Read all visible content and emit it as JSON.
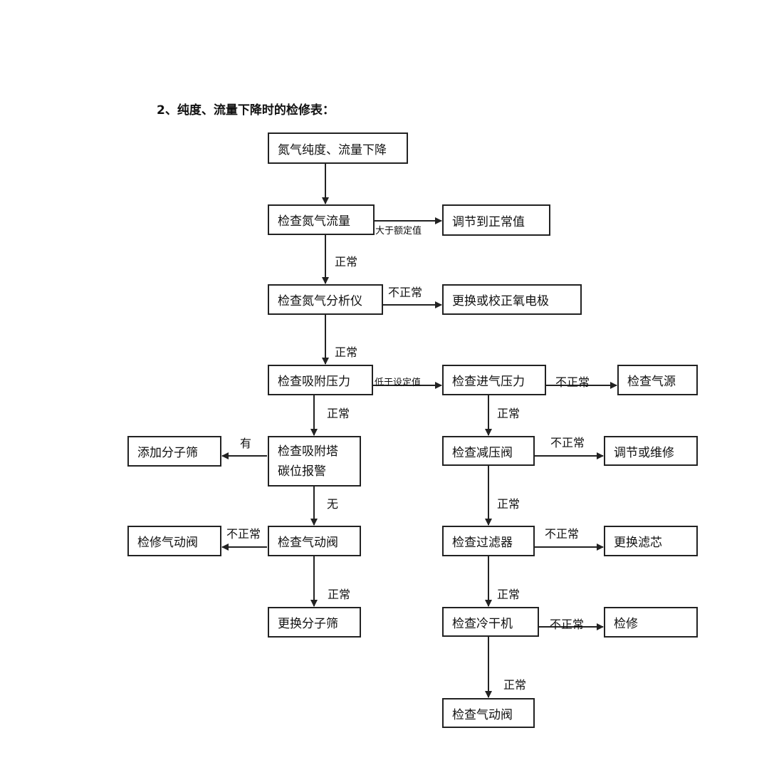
{
  "title": "2、纯度、流量下降时的检修表：",
  "nodes": {
    "start": "氮气纯度、流量下降",
    "check_flow": "检查氮气流量",
    "adjust_normal": "调节到正常值",
    "check_analyzer": "检查氮气分析仪",
    "replace_electrode": "更换或校正氧电极",
    "check_adsorb_pressure": "检查吸附压力",
    "check_inlet_pressure": "检查进气压力",
    "check_gas_source": "检查气源",
    "add_sieve": "添加分子筛",
    "check_tower_line1": "检查吸附塔",
    "check_tower_line2": "碳位报警",
    "check_reducer": "检查减压阀",
    "adjust_repair": "调节或维修",
    "repair_pneumatic": "检修气动阀",
    "check_pneumatic_left": "检查气动阀",
    "check_filter": "检查过滤器",
    "replace_filter": "更换滤芯",
    "replace_sieve": "更换分子筛",
    "check_dryer": "检查冷干机",
    "repair": "检修",
    "check_pneumatic_right": "检查气动阀"
  },
  "labels": {
    "above_rated": "大于额定值",
    "normal": "正常",
    "abnormal": "不正常",
    "below_set": "低于设定值",
    "yes": "有",
    "no": "无"
  }
}
